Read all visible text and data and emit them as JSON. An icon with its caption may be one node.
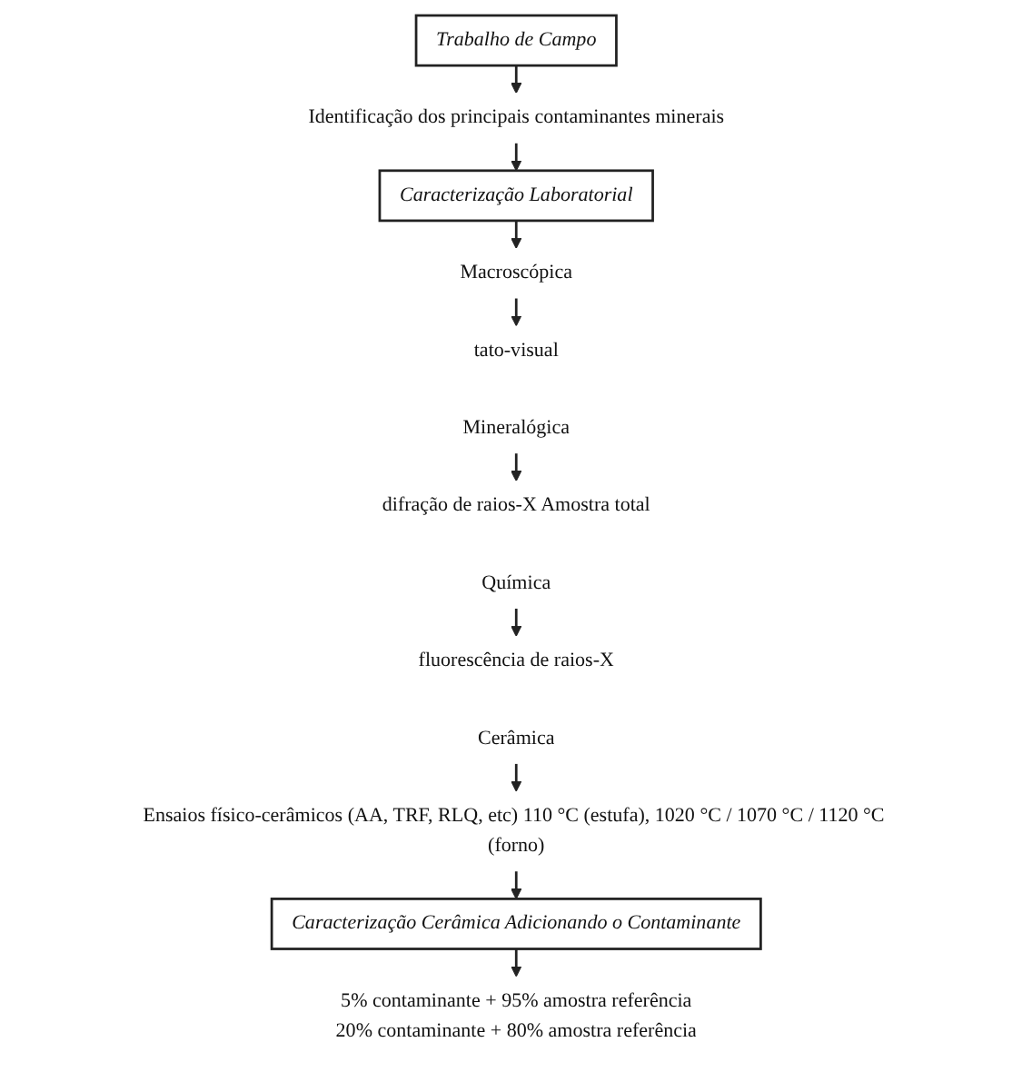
{
  "diagram": {
    "nodes": [
      {
        "text": [
          "Trabalho de Campo"
        ]
      },
      {
        "text": [
          "Identificação dos principais contaminantes minerais"
        ]
      },
      {
        "text": [
          "Caracterização Laboratorial"
        ]
      },
      {
        "text": [
          "Macroscópica"
        ]
      },
      {
        "text": [
          "tato-visual"
        ]
      },
      {
        "text": [
          "Mineralógica"
        ]
      },
      {
        "text": [
          "difração de raios-X Amostra total"
        ]
      },
      {
        "text": [
          "Química"
        ]
      },
      {
        "text": [
          "fluorescência de raios-X"
        ]
      },
      {
        "text": [
          "Cerâmica"
        ]
      },
      {
        "text": [
          "Ensaios físico-cerâmicos (AA, TRF, RLQ, etc) 110 °C (estufa), 1020 °C / 1070 °C / 1120 °C (forno)"
        ]
      },
      {
        "text": [
          "Caracterização Cerâmica Adicionando o Contaminante"
        ]
      },
      {
        "text": [
          "5% contaminante + 95% amostra referência",
          "20% contaminante + 80% amostra referência"
        ]
      }
    ],
    "edges": [
      {
        "from": 0,
        "to": 1,
        "arrow": "to"
      },
      {
        "from": 1,
        "to": 2,
        "arrow": "to"
      },
      {
        "from": 2,
        "to": 3,
        "arrow": "to"
      },
      {
        "from": 3,
        "to": 4,
        "arrow": "to"
      },
      {
        "from": 5,
        "to": 6,
        "arrow": "to"
      },
      {
        "from": 7,
        "to": 8,
        "arrow": "to"
      },
      {
        "from": 9,
        "to": 10,
        "arrow": "to"
      },
      {
        "from": 10,
        "to": 11,
        "arrow": "to"
      },
      {
        "from": 11,
        "to": 12,
        "arrow": "to"
      }
    ]
  }
}
